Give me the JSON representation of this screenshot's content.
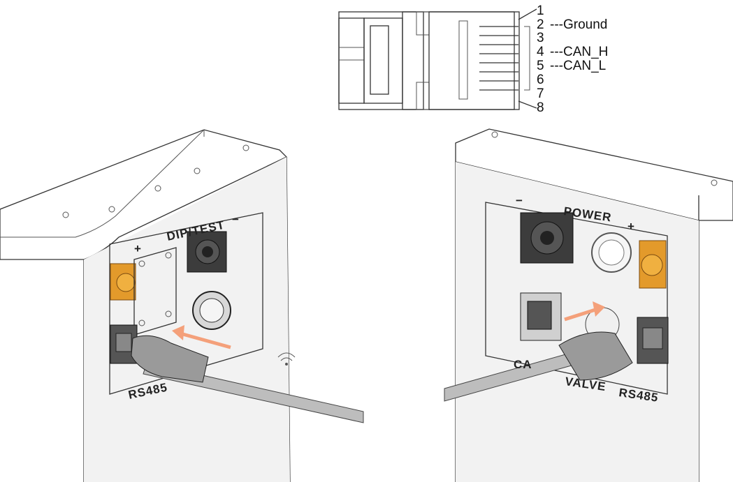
{
  "rj45": {
    "pins": [
      "1",
      "2",
      "3",
      "4",
      "5",
      "6",
      "7",
      "8"
    ],
    "signals": {
      "ground": "---Ground",
      "can_h": "---CAN_H",
      "can_l": "---CAN_L"
    }
  },
  "left_panel": {
    "plus": "+",
    "minus": "−",
    "dip_test": "DIP/TEST",
    "rs485": "RS485"
  },
  "right_panel": {
    "minus": "−",
    "power": "POWER",
    "plus": "+",
    "valve": "VALVE",
    "can_partial": "CA",
    "rs485": "RS485"
  },
  "colors": {
    "arrow": "#f4a07a",
    "terminal": "#e39a2b",
    "cable": "#bdbdbd",
    "panel": "#ededed"
  }
}
